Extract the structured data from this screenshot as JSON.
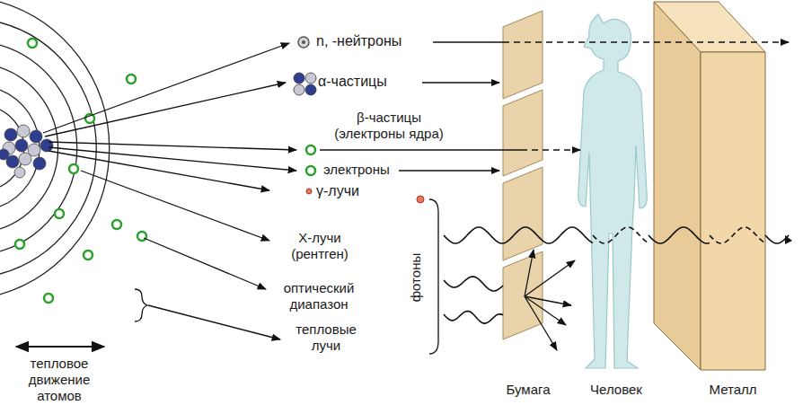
{
  "diagram": {
    "labels": [
      "n, -нейтроны",
      "α-частицы",
      "β-частицы (электроны ядра)",
      "электроны",
      "γ-лучи",
      "X-лучи (рентген)",
      "оптический диапазон",
      "тепловые лучи",
      "фотоны",
      "тепловое движение атомов",
      "Бумага",
      "Человек",
      "Металл"
    ]
  }
}
